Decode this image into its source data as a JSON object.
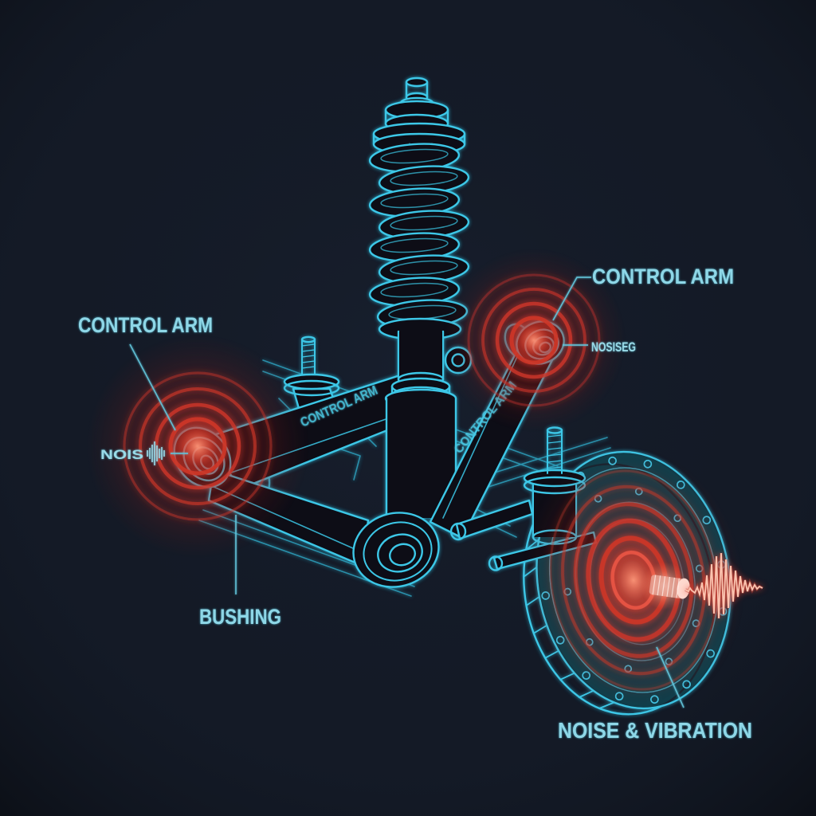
{
  "title": "Suspension noise and vibration diagram",
  "colors": {
    "background": "#141a26",
    "wireframe_cyan": "#3cc7e7",
    "label_cyan": "#8ed7e7",
    "hotspot_red": "#cd3529",
    "waveform_salmon": "#f7b49e"
  },
  "labels": {
    "control_arm_left": "CONTROL ARM",
    "control_arm_right": "CONTROL ARM",
    "arm_inscription_left": "CONTROL ARM",
    "arm_inscription_right": "CONTROL ARM",
    "bushing": "BUSHING",
    "noise_left": "NOIS",
    "noise_right": "NOSISEG",
    "noise_vibration": "NOISE & VIBRATION"
  },
  "icons": {
    "noise_left_glyph": "waveform-icon",
    "disc_vibration_glyph": "waveform-icon"
  },
  "diagram": {
    "subject": "Car front suspension wireframe: coil-over strut, control arms, subframe, brake disc",
    "style": "cyan neon blueprint on dark navy background",
    "hotspots": [
      {
        "location": "left control arm bushing",
        "indicator": "red concentric rings",
        "label": "NOIS"
      },
      {
        "location": "right control arm bushing",
        "indicator": "red concentric rings",
        "label": "NOSISEG"
      },
      {
        "location": "brake disc hub",
        "indicator": "red concentric rings and vibration waveform",
        "label": "NOISE & VIBRATION"
      }
    ],
    "components": [
      "coil spring strut",
      "upper control arm",
      "lower control arm",
      "bushings",
      "ball joint studs",
      "subframe rails",
      "drilled brake disc",
      "axle stub"
    ]
  }
}
